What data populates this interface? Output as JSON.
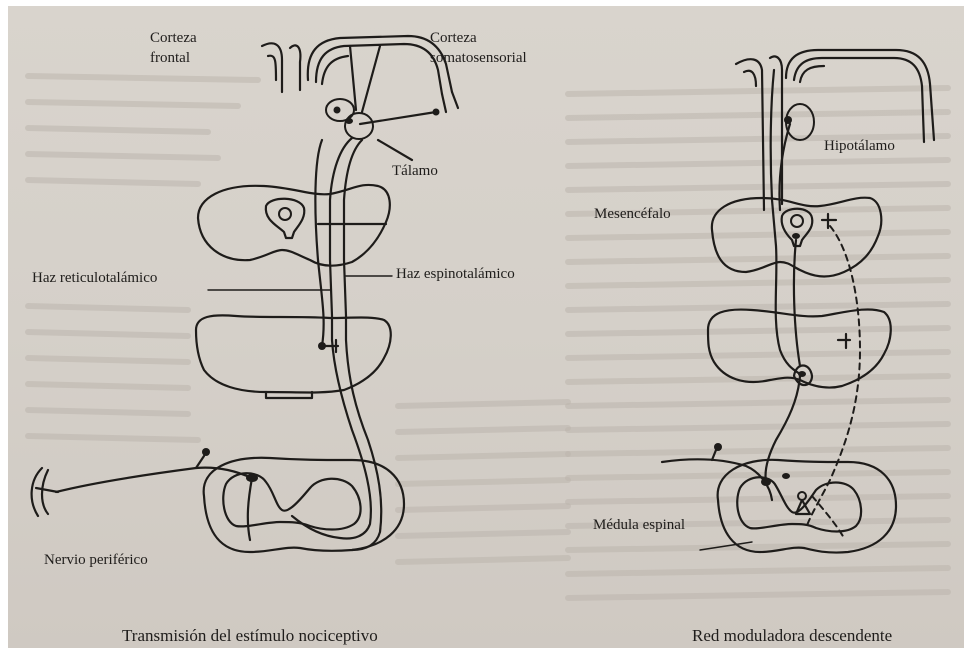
{
  "left_panel": {
    "label_corteza_frontal": "Corteza\nfrontal",
    "label_corteza_somatosensorial": "Corteza\nsomatosensorial",
    "label_talamo": "Tálamo",
    "label_haz_reticulotalamico": "Haz reticulotalámico",
    "label_haz_espinotalamico": "Haz espinotalámico",
    "label_nervio_periferico": "Nervio periférico",
    "caption": "Transmisión del estímulo nociceptivo"
  },
  "right_panel": {
    "label_hipotalamo": "Hipotálamo",
    "label_mesencefalo": "Mesencéfalo",
    "label_medula_espinal": "Médula espinal",
    "caption": "Red moduladora descendente"
  },
  "colors": {
    "paper": "#d6d1ca",
    "ink": "#1e1c1a",
    "border": "#ffffff"
  }
}
